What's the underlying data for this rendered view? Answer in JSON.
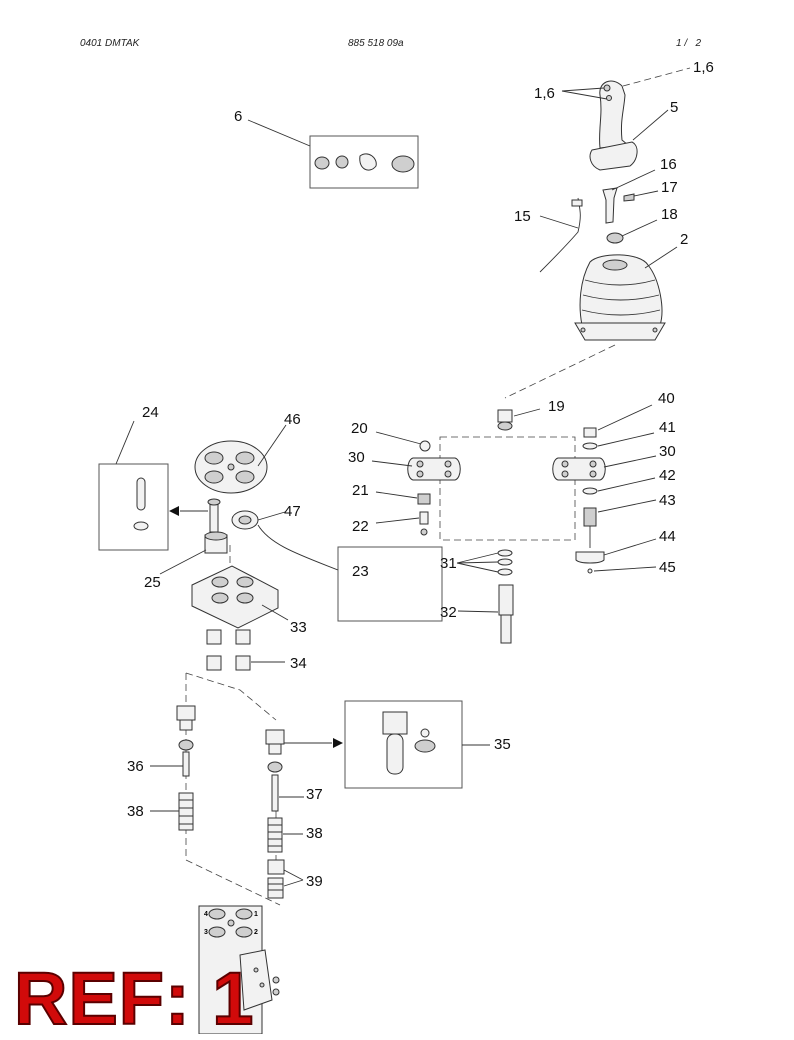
{
  "header": {
    "left": "0401 DMTAK",
    "center": "885 518 09a",
    "right": "1 /   2"
  },
  "ref_label": "REF: 1",
  "callouts": {
    "c1_6a": "1,6",
    "c1_6b": "1,6",
    "c5": "5",
    "c6": "6",
    "c16": "16",
    "c17": "17",
    "c15": "15",
    "c18": "18",
    "c2": "2",
    "c19": "19",
    "c40": "40",
    "c24": "24",
    "c46": "46",
    "c20": "20",
    "c41": "41",
    "c30a": "30",
    "c30b": "30",
    "c42": "42",
    "c21": "21",
    "c43": "43",
    "c47": "47",
    "c22": "22",
    "c44": "44",
    "c23": "23",
    "c31": "31",
    "c45": "45",
    "c25": "25",
    "c32": "32",
    "c33": "33",
    "c34": "34",
    "c35": "35",
    "c36": "36",
    "c37": "37",
    "c38a": "38",
    "c38b": "38",
    "c39": "39",
    "port1": "1",
    "port2": "2",
    "port3": "3",
    "port4": "4"
  }
}
